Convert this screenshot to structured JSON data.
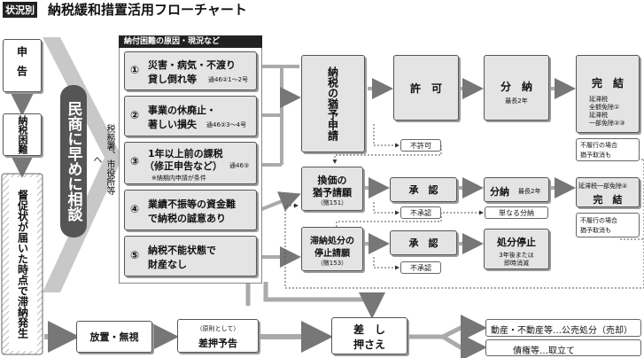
{
  "header": {
    "badge": "状況別",
    "title": "納税緩和措置活用フローチャート"
  },
  "left_column": {
    "shinkoku": "申告",
    "nouzei_konnan": "納税困難",
    "tokusoku": "督促状が届いた時点で滞納発生"
  },
  "consult_banner": "民商に早めに相談",
  "offices_label": "税務署、市役所等へ",
  "causes_header": "納付困難の原因・現況など",
  "causes": [
    {
      "num": "①",
      "line1": "災害・病気・不渡り",
      "line2": "貸し倒れ等",
      "ref": "通46②1～2号"
    },
    {
      "num": "②",
      "line1": "事業の休廃止・",
      "line2": "著しい損失",
      "ref": "通46②3～4号"
    },
    {
      "num": "③",
      "line1": "1年以上前の課税",
      "line2": "（修正申告など）",
      "ref": "通46③",
      "note": "※納期内申請が条件"
    },
    {
      "num": "④",
      "line1": "業績不振等の資金難",
      "line2": "で納税の誠意あり",
      "ref": ""
    },
    {
      "num": "⑤",
      "line1": "納税不能状態で",
      "line2": "財産なし",
      "ref": ""
    }
  ],
  "nozei_yuyo": "納税の猶予申請",
  "kyoka": "許　可",
  "bunno": {
    "title": "分　納",
    "sub": "最長2年"
  },
  "kanketsu1": {
    "title": "完　結",
    "l1": "延滞税",
    "l2": "全額免除①",
    "l3": "延滞税",
    "l4": "一部免除②③"
  },
  "fukyoka": "不許可",
  "furiko1": {
    "l1": "不履行の場合",
    "l2": "猶予取消も"
  },
  "kanka": {
    "l1": "換価の",
    "l2": "猶予請願",
    "ref": "（徴151）"
  },
  "shonin1": "承　認",
  "bunno2": {
    "title": "分納",
    "sub": "最長2年"
  },
  "kanketsu2": {
    "l1": "延滞税一部免除④",
    "l2": "完　結"
  },
  "fushonin1": "不承認",
  "tannaru": "単なる分納",
  "furiko2": {
    "l1": "不履行の場合",
    "l2": "猶予取消も"
  },
  "teishi": {
    "l1": "滞納処分の",
    "l2": "停止請願",
    "ref": "（徴153）"
  },
  "shonin2": "承　認",
  "shobun_teishi": {
    "title": "処分停止",
    "l1": "3年後または",
    "l2": "即時消滅"
  },
  "fushonin2": "不承認",
  "hochi": "放置・無視",
  "yokoku": {
    "l1": "（原則として）",
    "l2": "差押予告"
  },
  "sashiosae": {
    "l1": "差　し",
    "l2": "押さえ"
  },
  "kobai": "動産・不動産等…公売処分（売却）",
  "toritate": "債権等…取立て"
}
